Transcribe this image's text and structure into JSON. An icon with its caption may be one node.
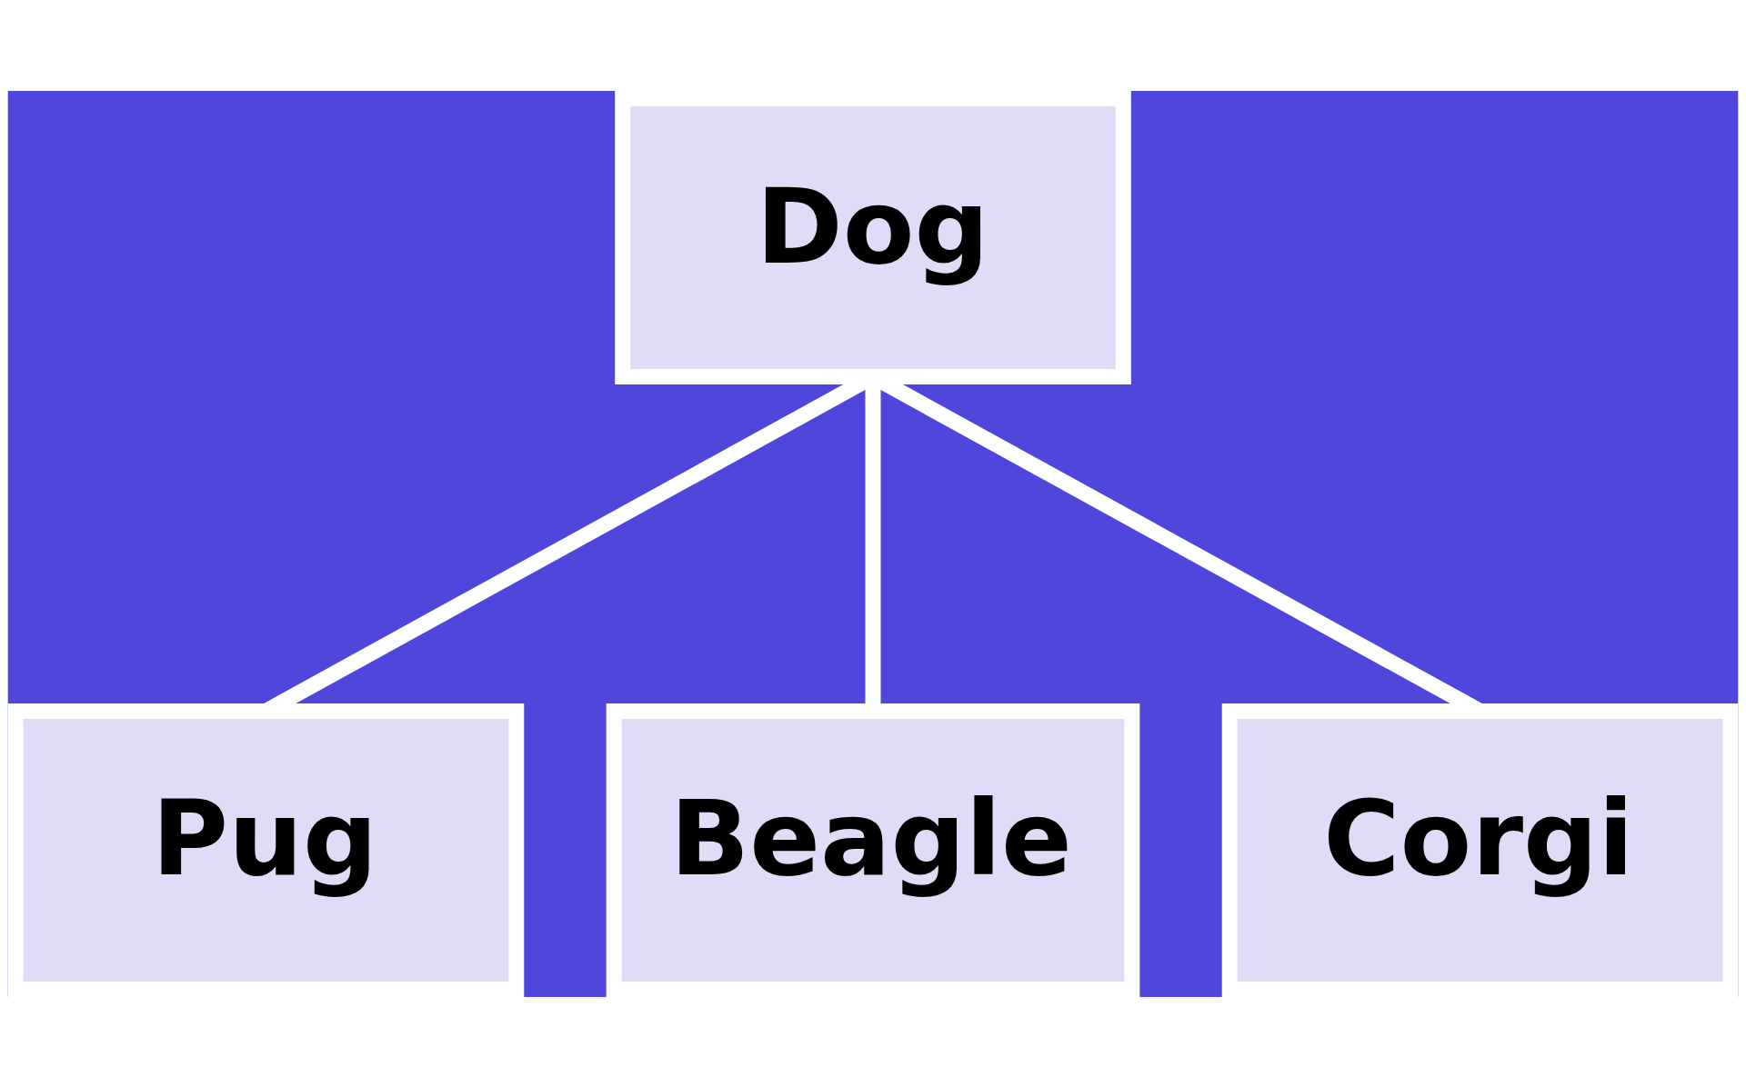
{
  "diagram": {
    "nodes": [
      {
        "text": [
          "Dog"
        ]
      },
      {
        "text": [
          "Pug"
        ]
      },
      {
        "text": [
          "Beagle"
        ]
      },
      {
        "text": [
          "Corgi"
        ]
      }
    ],
    "edges": [
      {
        "from": 0,
        "to": 1,
        "arrow": "none"
      },
      {
        "from": 0,
        "to": 2,
        "arrow": "none"
      },
      {
        "from": 0,
        "to": 3,
        "arrow": "none"
      }
    ]
  }
}
